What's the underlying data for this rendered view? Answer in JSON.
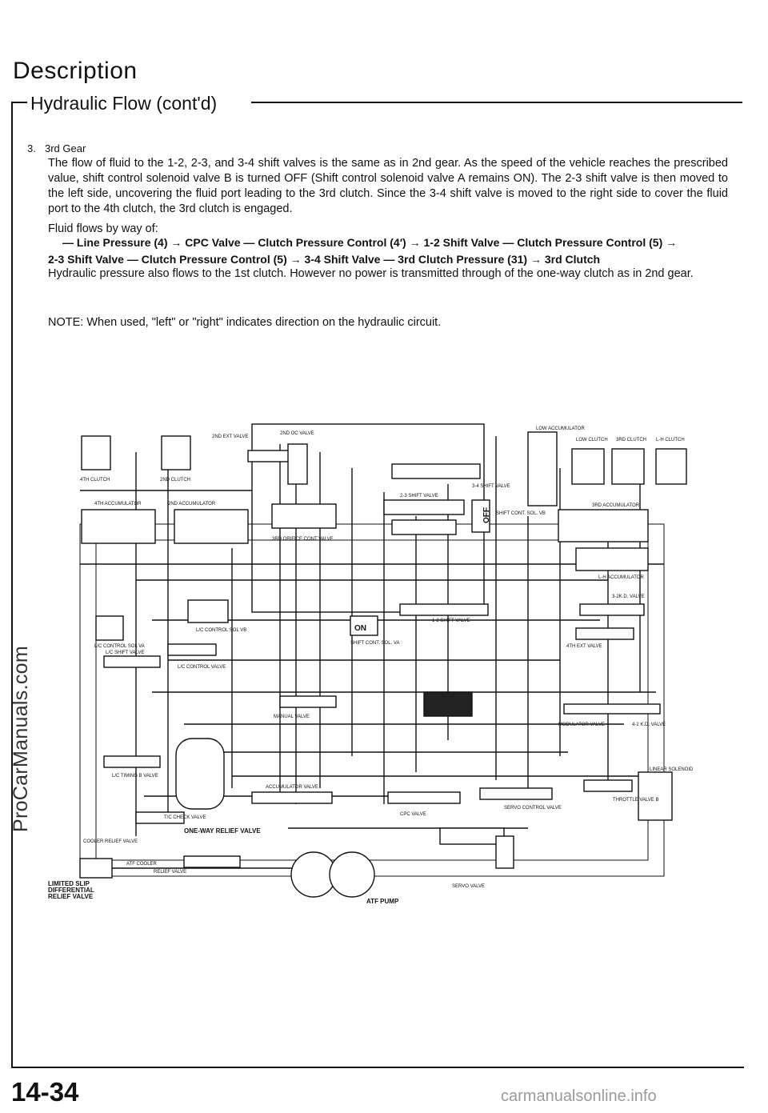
{
  "header": {
    "title": "Description",
    "subtitle": "Hydraulic Flow (cont'd)"
  },
  "section": {
    "number": "3.",
    "heading": "3rd Gear",
    "paragraph1": "The flow of fluid to the 1-2, 2-3, and 3-4 shift valves is the same as in 2nd gear. As the speed of the vehicle reaches the prescribed value, shift control solenoid valve B is turned OFF (Shift control solenoid valve A remains ON). The 2-3 shift valve is then moved to the left side, uncovering the fluid port leading to the 3rd clutch. Since the 3-4 shift valve is moved to the right side to cover the fluid port to the 4th clutch, the 3rd clutch is engaged.",
    "flow_intro": "Fluid flows by way of:",
    "flow_steps": [
      "— Line Pressure (4)",
      "CPC Valve — Clutch Pressure Control (4′)",
      "1-2 Shift Valve — Clutch Pressure Control (5)",
      "2-3 Shift Valve — Clutch Pressure Control (5)",
      "3-4 Shift Valve — 3rd Clutch Pressure (31)",
      "3rd Clutch"
    ],
    "arrow": "→",
    "paragraph2": "Hydraulic pressure also flows to the 1st clutch. However no power is transmitted through of the one-way clutch as in 2nd gear.",
    "note": "NOTE: When used, \"left\" or \"right\" indicates direction on the hydraulic circuit."
  },
  "diagram": {
    "labels": {
      "clutch_4th": "4TH CLUTCH",
      "clutch_2nd": "2ND CLUTCH",
      "acc_4th": "4TH ACCUMULATOR",
      "acc_2nd": "2ND ACCUMULATOR",
      "ext_2nd": "2ND EXT VALVE",
      "valve_2nd_oc": "2ND OC VALVE",
      "acc_low": "LOW ACCUMULATOR",
      "clutch_low": "LOW CLUTCH",
      "clutch_3rd": "3RD CLUTCH",
      "clutch_lh": "L-H CLUTCH",
      "shift_34": "3-4 SHIFT VALVE",
      "shift_23": "2-3 SHIFT VALVE",
      "orifice_3rd": "3RD ORIFICE CONT VALVE",
      "sol_a": "SHIFT CONT. SOL. VB",
      "acc_3rd": "3RD ACCUMULATOR",
      "acc_lh": "L-H ACCUMULATOR",
      "kd_32": "3-2K.D. VALVE",
      "lc_control_sol_vb": "L/C CONTROL SOL VB",
      "lc_control_sol_va": "L/C CONTROL SOL VA",
      "shift_12": "1-2 SHIFT VALVE",
      "sol_va": "SHIFT CONT. SOL. VA",
      "ext_4th": "4TH EXT VALVE",
      "lc_shift": "L/C SHIFT VALVE",
      "lc_control_valve": "L/C CONTROL VALVE",
      "manual": "MANUAL VALVE",
      "modulator": "MODULATOR VALVE",
      "kd_42": "4-2 K.D. VALVE",
      "lc_timing": "L/C TIMING B VALVE",
      "servo_control": "SERVO CONTROL VALVE",
      "linear_sol": "LINEAR SOLENOID",
      "throttle_b": "THROTTLE VALVE B",
      "cpc": "CPC VALVE",
      "accumulator_valve": "ACCUMULATOR VALVE",
      "tc_check": "T/C CHECK VALVE",
      "one_way_relief": "ONE-WAY RELIEF VALVE",
      "cooler_relief": "COOLER RELIEF VALVE",
      "atf_cooler": "ATF COOLER",
      "relief": "RELIEF VALVE",
      "lsd_relief_1": "LIMITED SLIP",
      "lsd_relief_2": "DIFFERENTIAL",
      "lsd_relief_3": "RELIEF VALVE",
      "atf_pump": "ATF PUMP",
      "servo": "SERVO VALVE",
      "state_off": "OFF",
      "state_on": "ON"
    }
  },
  "watermark": "ProCarManuals.com",
  "page_number": "14-34",
  "footer_url": "carmanualsonline.info"
}
